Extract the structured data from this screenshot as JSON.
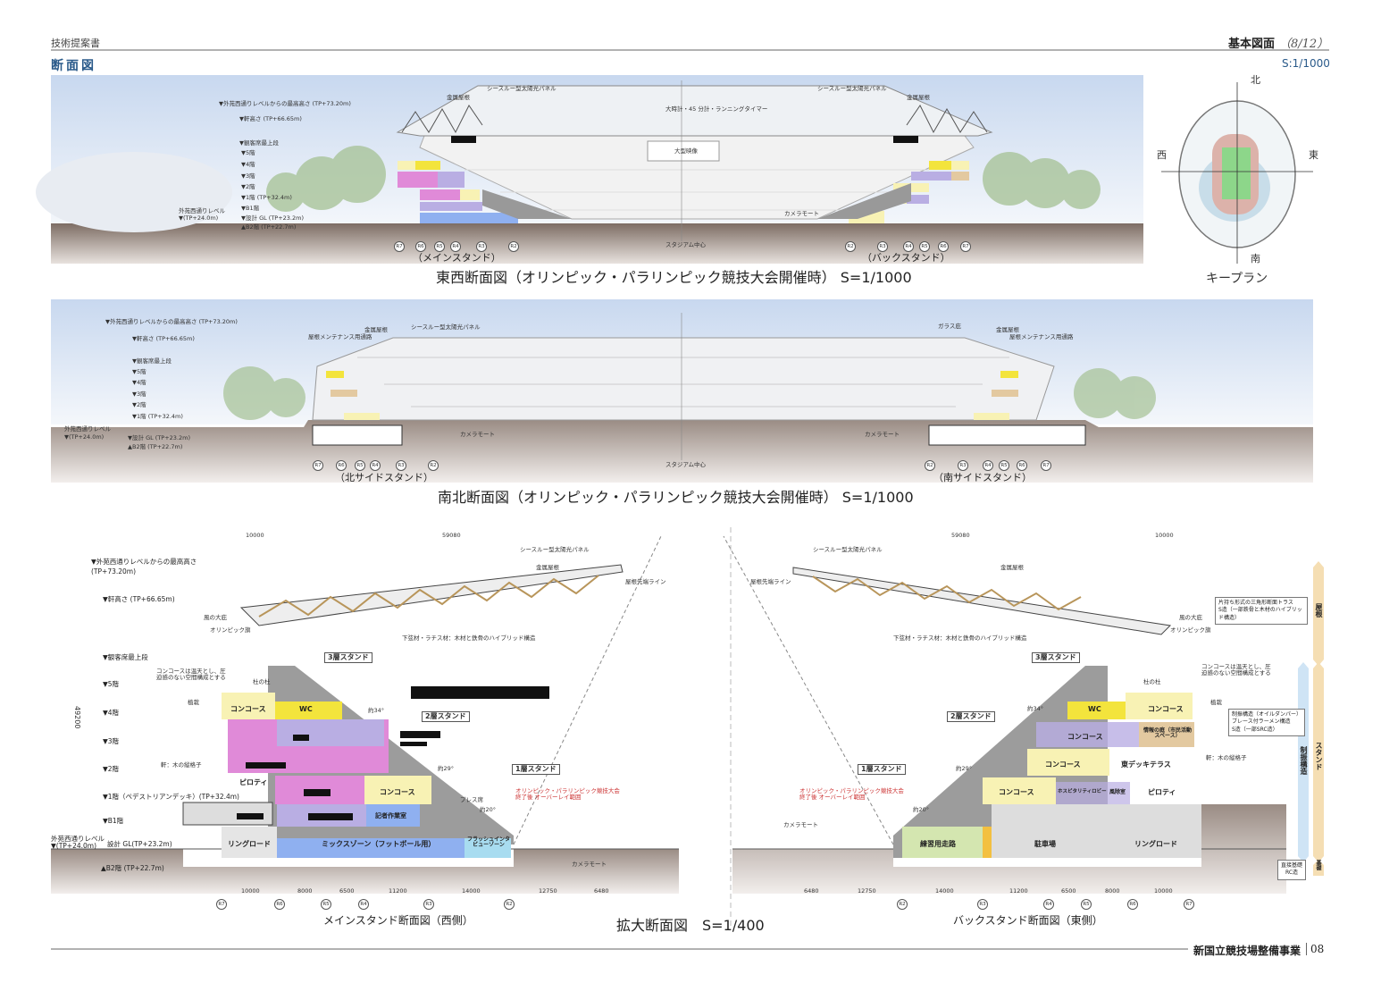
{
  "header": {
    "doc_title": "技術提案書",
    "section": "基本図面",
    "page": "（8/12）",
    "heading": "断面図",
    "scale": "S:1/1000"
  },
  "footer": {
    "project": "新国立競技場整備事業",
    "page_no": "08"
  },
  "colors": {
    "heading": "#2a5a8a",
    "pink": "#e08ad8",
    "lavender": "#b9aee3",
    "yellow": "#f3e43c",
    "light_yellow": "#f8f2b4",
    "blue": "#8fb0f0",
    "cyan": "#a8dcf0",
    "green": "#d4e6b0",
    "tan": "#e3c9a0",
    "ground": "#8a7a70"
  },
  "east_west": {
    "caption": "東西断面図（オリンピック・パラリンピック競技大会開催時） S=1/1000",
    "left_stand": "（メインスタンド）",
    "right_stand": "（バックスタンド）",
    "labels": {
      "solar": "シースルー型太陽光パネル",
      "metal_roof": "金属屋根",
      "clock": "大時計・45 分計・ランニングタイマー",
      "screen": "大型映像",
      "camera": "カメラモート",
      "center": "スタジアム中心"
    },
    "levels": [
      "▼外苑西通りレベルからの最高高さ (TP+73.20m)",
      "▼軒高さ (TP+66.65m)",
      "▼観客席最上段",
      "▼5階",
      "▼4階",
      "▼3階",
      "▼2階",
      "▼1階 (TP+32.4m)",
      "▼B1階",
      "▼設計 GL (TP+23.2m)",
      "▲B2階 (TP+22.7m)",
      "外苑西通りレベル",
      "▼(TP+24.0m)"
    ],
    "grid_left": [
      "R7",
      "R6",
      "R5",
      "R4",
      "R3",
      "R2"
    ],
    "grid_right": [
      "R2",
      "R3",
      "R4",
      "R5",
      "R6",
      "R7"
    ]
  },
  "keyplan": {
    "title": "キープラン",
    "north": "北",
    "south": "南",
    "west": "西",
    "east": "東"
  },
  "north_south": {
    "caption": "南北断面図（オリンピック・パラリンピック競技大会開催時） S=1/1000",
    "left_stand": "（北サイドスタンド）",
    "right_stand": "（南サイドスタンド）",
    "labels": {
      "solar": "シースルー型太陽光パネル",
      "metal_roof": "金属屋根",
      "glass": "ガラス庇",
      "maint": "屋根メンテナンス用通路",
      "camera": "カメラモート",
      "center": "スタジアム中心"
    },
    "levels": [
      "▼外苑西通りレベルからの最高高さ (TP+73.20m)",
      "▼軒高さ (TP+66.65m)",
      "▼観客席最上段",
      "▼5階",
      "▼4階",
      "▼3階",
      "▼2階",
      "▼1階 (TP+32.4m)",
      "外苑西通りレベル",
      "▼(TP+24.0m)",
      "▼設計 GL (TP+23.2m)",
      "▲B2階 (TP+22.7m)"
    ],
    "grid_left": [
      "R7",
      "R6",
      "R5",
      "R4",
      "R3",
      "R2"
    ],
    "grid_right": [
      "R2",
      "R3",
      "R4",
      "R5",
      "R6",
      "R7"
    ]
  },
  "enlarged": {
    "caption": "拡大断面図　S=1/400",
    "west_caption": "メインスタンド断面図（西側）",
    "east_caption": "バックスタンド断面図（東側）",
    "levels": [
      "▼外苑西通りレベルからの最高高さ",
      "(TP+73.20m)",
      "▼軒高さ (TP+66.65m)",
      "▼観客席最上段",
      "▼5階",
      "▼4階",
      "▼3階",
      "▼2階",
      "▼1階（ペデストリアンデッキ）(TP+32.4m)",
      "▼B1階",
      "外苑西通りレベル",
      "▼(TP+24.0m)",
      "設計 GL(TP+23.2m)",
      "▲B2階 (TP+22.7m)"
    ],
    "total_height": "49200",
    "notes": {
      "solar": "シースルー型太陽光パネル",
      "metal_roof": "金属屋根",
      "truss": "下弦材・ラチス材：木材と鉄骨のハイブリッド構造",
      "wind": "風の大庇",
      "flag": "オリンピック旗",
      "concourse_note": "コンコースは温天とし、圧迫感のない空間構成とする",
      "planting": "植栽",
      "eaves": "軒：木の縦格子",
      "tree_hall": "杜の杜",
      "overlay": "オリンピック・パラリンピック競技大会終了後 オーバーレイ範囲",
      "camera": "カメラモート",
      "press": "プレス席",
      "roof_edge": "屋根先端ライン",
      "slope34": "約34°",
      "slope29": "約29°",
      "slope20": "約20°"
    },
    "west_rooms": {
      "concourse5": "コンコース",
      "wc": "WC",
      "piloti": "ピロティ",
      "concourse1": "コンコース",
      "press_room": "記者作業室",
      "ring_road": "リングロード",
      "mixed_zone": "ミックスゾーン（フットボール用）",
      "flash": "フラッシュインタビューゾーン"
    },
    "east_rooms": {
      "wc": "WC",
      "concourse5": "コンコース",
      "concourse4": "コンコース",
      "info": "情報の庭（市民活動スペース）",
      "concourse3": "コンコース",
      "deck": "東デッキテラス",
      "concourse1": "コンコース",
      "hosp": "ホスピタリティロビー",
      "vest": "風除室",
      "piloti": "ピロティ",
      "track": "練習用走路",
      "parking": "駐車場",
      "ring_road": "リングロード"
    },
    "stands": [
      "3層スタンド",
      "2層スタンド",
      "1層スタンド"
    ],
    "dims_west": [
      "10000",
      "8000",
      "6500",
      "11200",
      "14000",
      "12750",
      "6480"
    ],
    "dims_east": [
      "6480",
      "12750",
      "14000",
      "11200",
      "6500",
      "8000",
      "10000"
    ],
    "top_dims": [
      "10000",
      "59080"
    ],
    "grid_west": [
      "R7",
      "R6",
      "R5",
      "R4",
      "R3",
      "R2"
    ],
    "grid_east": [
      "R2",
      "R3",
      "R4",
      "R5",
      "R6",
      "R7"
    ],
    "structure": {
      "roof": "屋根",
      "stand": "スタンド",
      "damping": "制振構造",
      "foundation": "基礎",
      "truss_box": "片持ち形式の三角形断面トラス\nS造（一部鉄骨と木材のハイブリッド構造）",
      "damping_box": "制振構造（オイルダンパー）\nブレース付ラーメン構造\nS造（一部SRC造）",
      "foundation_box": "直接基礎\nRC造"
    }
  }
}
